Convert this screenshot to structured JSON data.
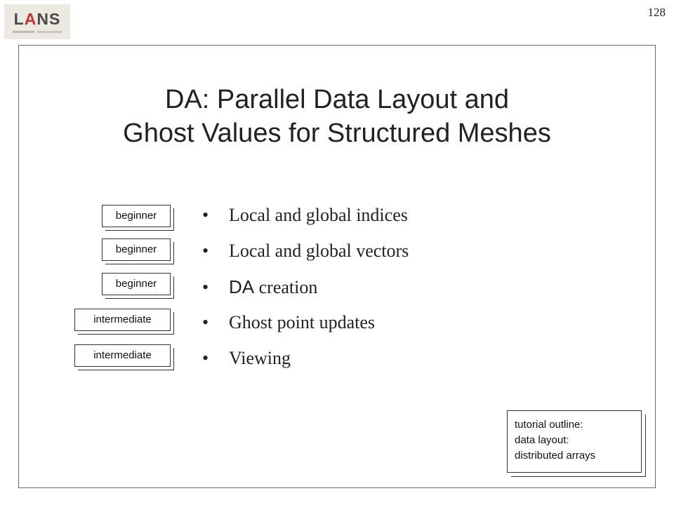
{
  "logo": {
    "text_l": "L",
    "text_a": "A",
    "text_ns": "NS"
  },
  "page_number": "128",
  "title": {
    "line1": "DA: Parallel Data Layout and",
    "line2": "Ghost Values for Structured Meshes"
  },
  "topics": [
    {
      "level": "beginner",
      "bullet": "•",
      "label": "Local and global indices"
    },
    {
      "level": "beginner",
      "bullet": "•",
      "label": "Local and global vectors"
    },
    {
      "level": "beginner",
      "bullet": "•",
      "label_prefix": "DA",
      "label": "creation"
    },
    {
      "level": "intermediate",
      "bullet": "•",
      "label": "Ghost point updates"
    },
    {
      "level": "intermediate",
      "bullet": "•",
      "label": "Viewing"
    }
  ],
  "outline_note": {
    "lines": [
      "tutorial outline:",
      "data layout:",
      "distributed arrays"
    ]
  }
}
